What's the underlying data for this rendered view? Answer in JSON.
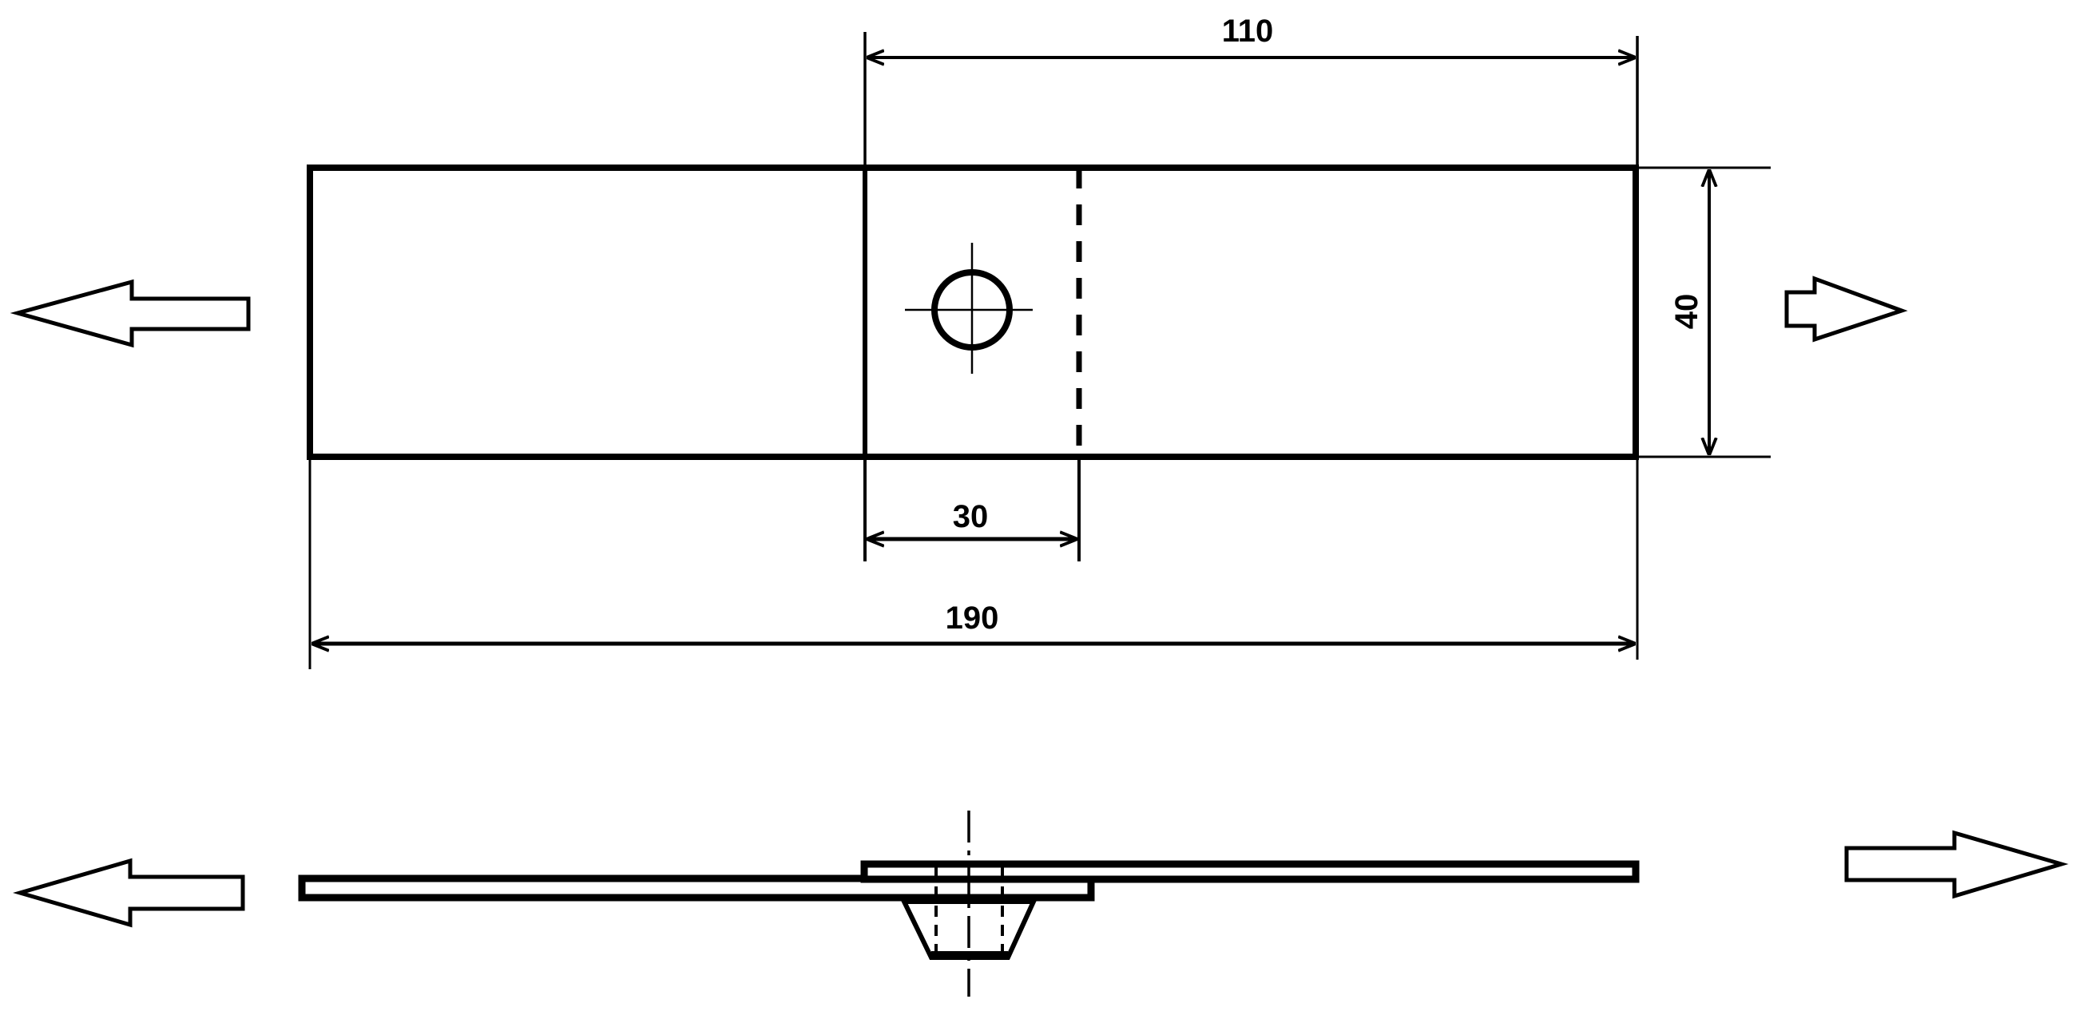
{
  "drawing": {
    "type": "lap-joint specimen technical drawing",
    "colors": {
      "line": "#000000",
      "background": "#ffffff"
    },
    "plan_view": {
      "dimensions": {
        "overlap_to_end": "110",
        "width": "40",
        "overlap_length": "30",
        "total_length": "190"
      },
      "features": [
        "plate-outline",
        "overlap-boundary-line",
        "hidden-edge-dashed-line",
        "fastener-hole-with-centerlines"
      ]
    },
    "side_view": {
      "features": [
        "lower-plate",
        "upper-plate",
        "countersunk-fastener",
        "centerline"
      ]
    },
    "load_arrows": [
      {
        "position": "plan-left",
        "direction": "left",
        "icon": "hollow-arrow-left"
      },
      {
        "position": "plan-right",
        "direction": "right",
        "icon": "hollow-arrow-right"
      },
      {
        "position": "side-left",
        "direction": "left",
        "icon": "hollow-arrow-left"
      },
      {
        "position": "side-right",
        "direction": "right",
        "icon": "hollow-arrow-right"
      }
    ]
  }
}
